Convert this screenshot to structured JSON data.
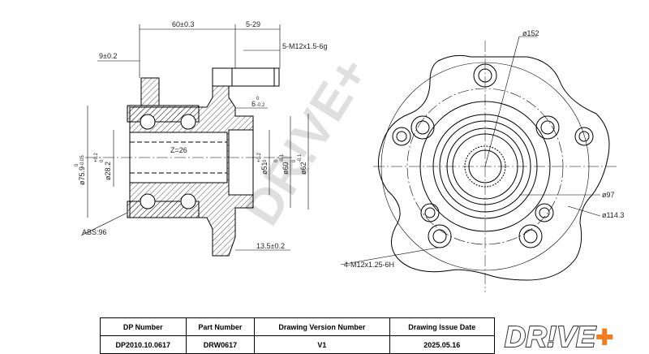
{
  "side_view": {
    "dim_60": "60±0.3",
    "dim_5_29": "5-29",
    "dim_thread_m12_15": "5-M12x1.5-6g",
    "dim_9": "9±0.2",
    "dim_6": "6",
    "dim_6_tol_top": "0",
    "dim_6_tol_bot": "-0.2",
    "dim_z26": "Z=26",
    "dim_75": "ø75.9",
    "dim_75_tol_top": "0",
    "dim_75_tol_bot": "-0.05",
    "dim_28": "ø28.2",
    "dim_28_tol_top": "+0.2",
    "dim_28_tol_bot": "0",
    "dim_51": "ø51",
    "dim_51_tol_top": "+0.2",
    "dim_51_tol_bot": "0",
    "dim_60d": "ø60",
    "dim_60d_tol_top": "0",
    "dim_60d_tol_bot": "-0.1",
    "dim_62": "ø62",
    "dim_62_tol_top": "0",
    "dim_62_tol_bot": "-0.1",
    "dim_13_5": "13.5±0.2",
    "dim_abs": "ABS:96"
  },
  "front_view": {
    "dim_152": "ø152",
    "dim_97": "ø97",
    "dim_114": "ø114.3",
    "dim_thread_m12_125": "4-M12x1.25-6H"
  },
  "watermark": "DR!VE+",
  "title_block": {
    "headers": [
      "DP Number",
      "Part Number",
      "Drawing Version Number",
      "Drawing Issue Date"
    ],
    "values": [
      "DP2010.10.0617",
      "DRW0617",
      "V1",
      "2025.05.16"
    ]
  },
  "logo": {
    "text_main": "DR!VE",
    "text_plus": "+",
    "color_orange": "#f47c20",
    "color_dark": "#333333"
  }
}
